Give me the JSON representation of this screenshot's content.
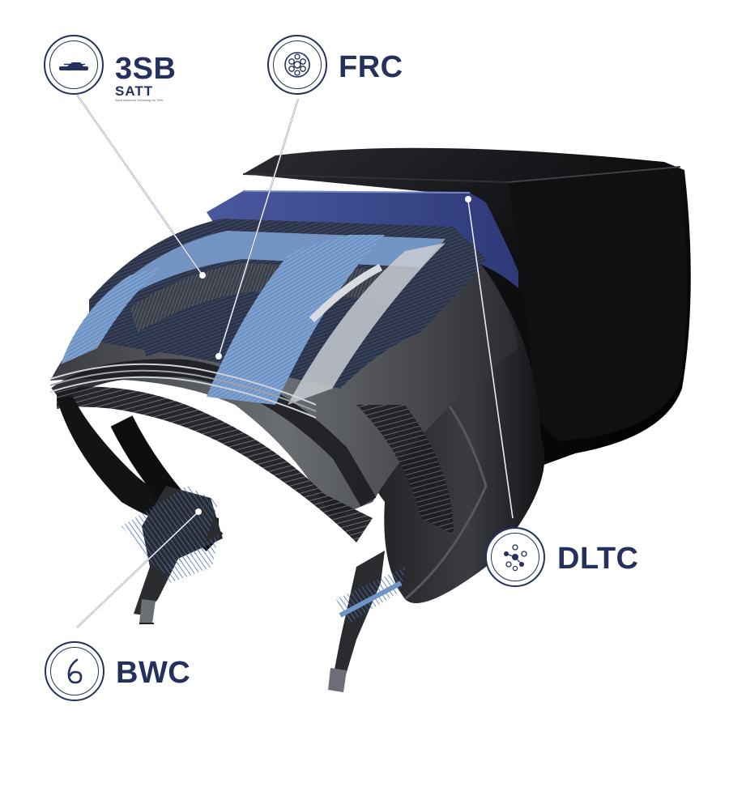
{
  "callouts": {
    "threesb": {
      "label": "3SB",
      "sub": "SATT",
      "tagline": "Spiral Advanced Technology for Tires",
      "icon": "layered-belt-icon"
    },
    "frc": {
      "label": "FRC",
      "icon": "fiber-bundle-icon"
    },
    "dltc": {
      "label": "DLTC",
      "icon": "molecule-icon"
    },
    "bwc": {
      "label": "BWC",
      "icon": "bead-wire-icon"
    }
  },
  "colors": {
    "navy": "#24305e",
    "tread_dark": "#151617",
    "belt_blue": "#7da0cc",
    "cap_purple": "#3d4b8c"
  }
}
